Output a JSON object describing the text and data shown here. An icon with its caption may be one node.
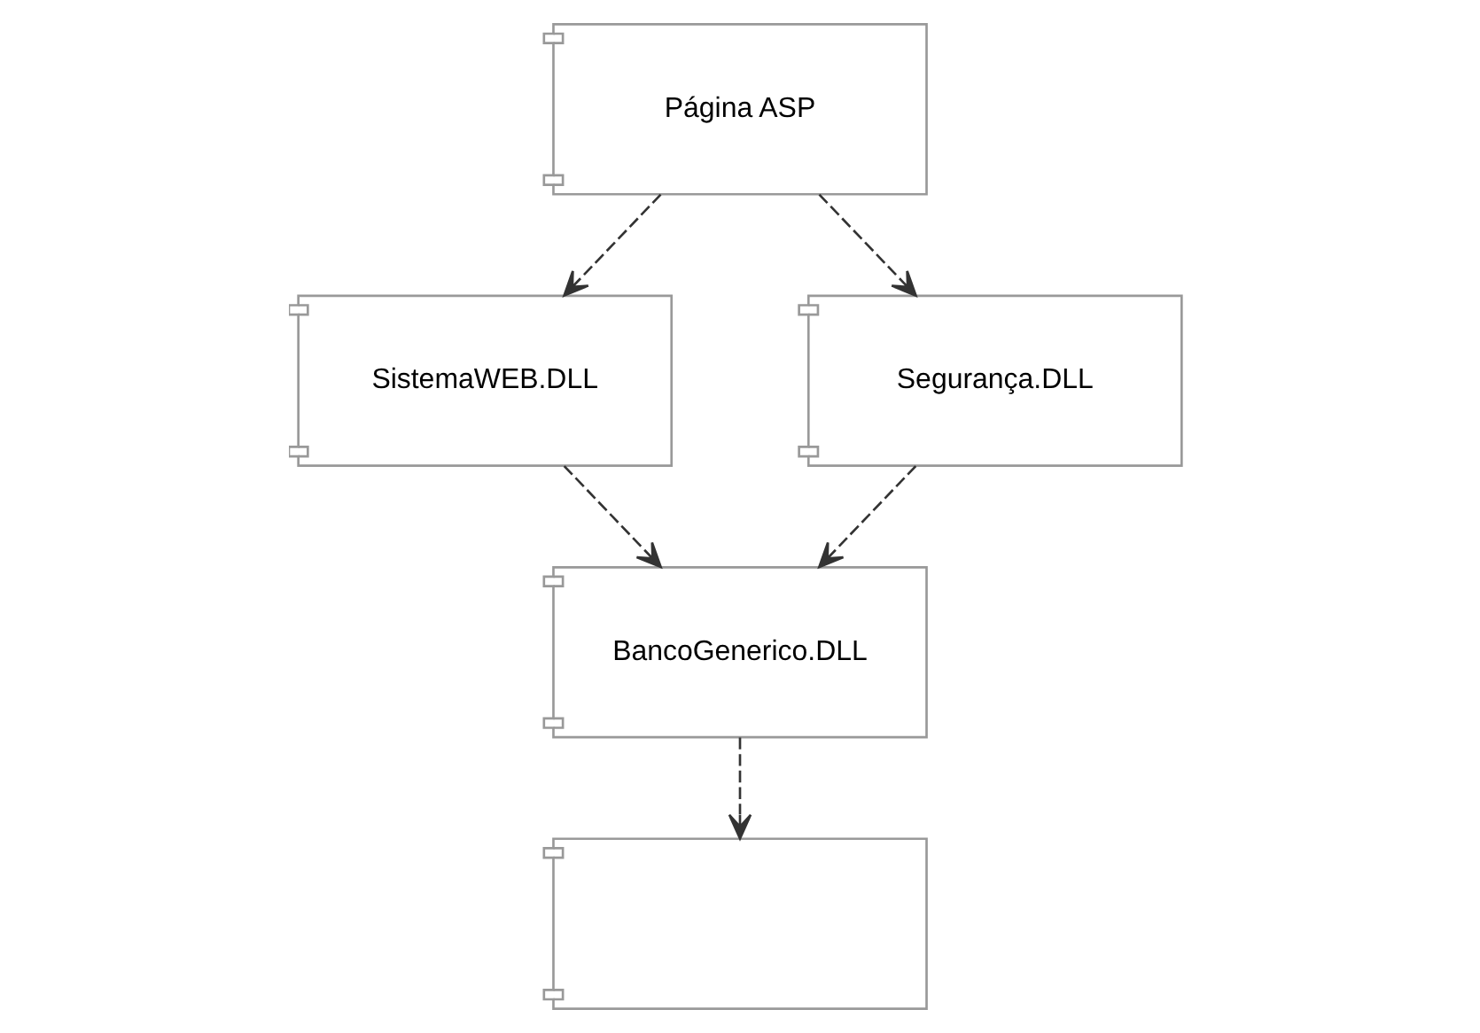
{
  "diagram": {
    "nodes": [
      {
        "text": [
          "Página ASP"
        ]
      },
      {
        "text": [
          "SistemaWEB.DLL"
        ]
      },
      {
        "text": [
          "Segurança.DLL"
        ]
      },
      {
        "text": [
          "BancoGenerico.DLL"
        ]
      },
      {
        "text": [],
        "shape": "box"
      }
    ],
    "edges": [
      {
        "from": 0,
        "to": 1,
        "arrow": "to",
        "style": "dashed"
      },
      {
        "from": 0,
        "to": 2,
        "arrow": "to",
        "style": "dashed"
      },
      {
        "from": 1,
        "to": 3,
        "arrow": "to",
        "style": "dashed"
      },
      {
        "from": 2,
        "to": 3,
        "arrow": "to",
        "style": "dashed"
      },
      {
        "from": 3,
        "to": 4,
        "arrow": "to",
        "style": "dashed"
      }
    ]
  }
}
